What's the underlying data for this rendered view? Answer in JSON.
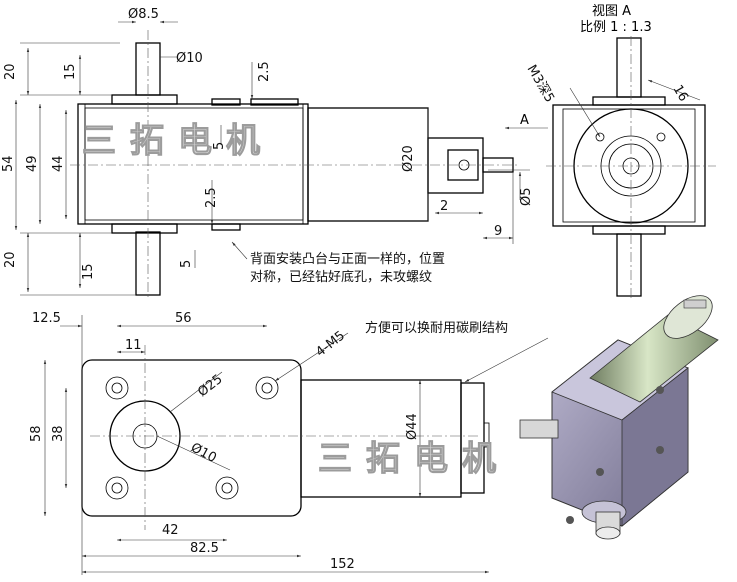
{
  "view_title": "视图 A",
  "view_scale": "比例 1 : 1.3",
  "note_top": [
    "背面安装凸台与正面一样的，位置",
    "对称，已经钻好底孔，未攻螺纹"
  ],
  "note_brush": "方便可以换耐用碳刷结构",
  "watermark_main": "三拓电机",
  "watermark_photo": "三拓电机",
  "view_label": "A",
  "dims": {
    "shaft_dia": "Ø8.5",
    "boss_dia": "Ø10",
    "d2_5_top": "2.5",
    "d20_top": "20",
    "d15_top": "15",
    "d54": "54",
    "d49": "49",
    "d44": "44",
    "d5_left": "5",
    "d2_5_mid": "2.5",
    "d5_lower": "5",
    "d20_bot": "20",
    "d15_bot": "15",
    "motor_dia": "Ø20",
    "shaft_small": "Ø5",
    "d2": "2",
    "d9": "9",
    "m3": "M3深5",
    "d16": "16",
    "d12_5": "12.5",
    "d56": "56",
    "d11": "11",
    "d4m5": "4-M5",
    "d25": "Ø25",
    "d10b": "Ø10",
    "d58": "58",
    "d38": "38",
    "d44dia": "Ø44",
    "d42": "42",
    "d82_5": "82.5",
    "d152": "152"
  },
  "colors": {
    "line": "#000000",
    "background": "#ffffff",
    "gear_box": "#8e8aa6",
    "motor": "#b8c8a4"
  }
}
